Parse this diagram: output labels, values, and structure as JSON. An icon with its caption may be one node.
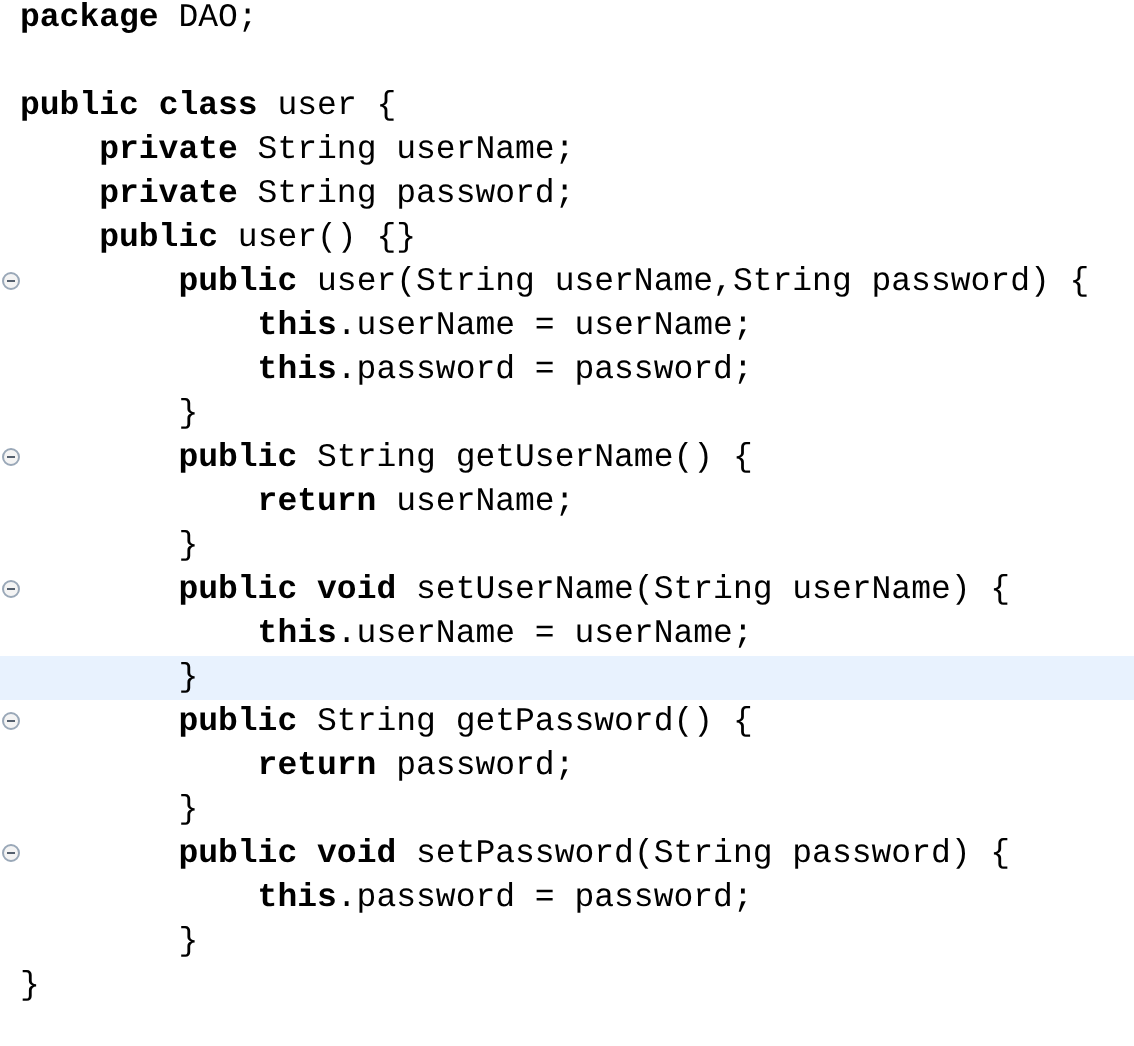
{
  "diagram": {
    "labels": [
      "**package** DAO;",
      "**public** **class** user {",
      "**private** String userName;",
      "**private** String password;",
      "**public** user() {}",
      "**public** user(String userName,String password) {",
      "**this**.userName = userName;",
      "**this**.password = password;",
      "}",
      "**public** String getUserName() {",
      "**return** userName;",
      "}",
      "**public** **void** setUserName(String userName) {",
      "**this**.userName = userName;",
      "}",
      "**public** String getPassword() {",
      "**return** password;",
      "}",
      "**public** **void** setPassword(String password) {",
      "**this**.password = password;",
      "}",
      "}"
    ]
  }
}
